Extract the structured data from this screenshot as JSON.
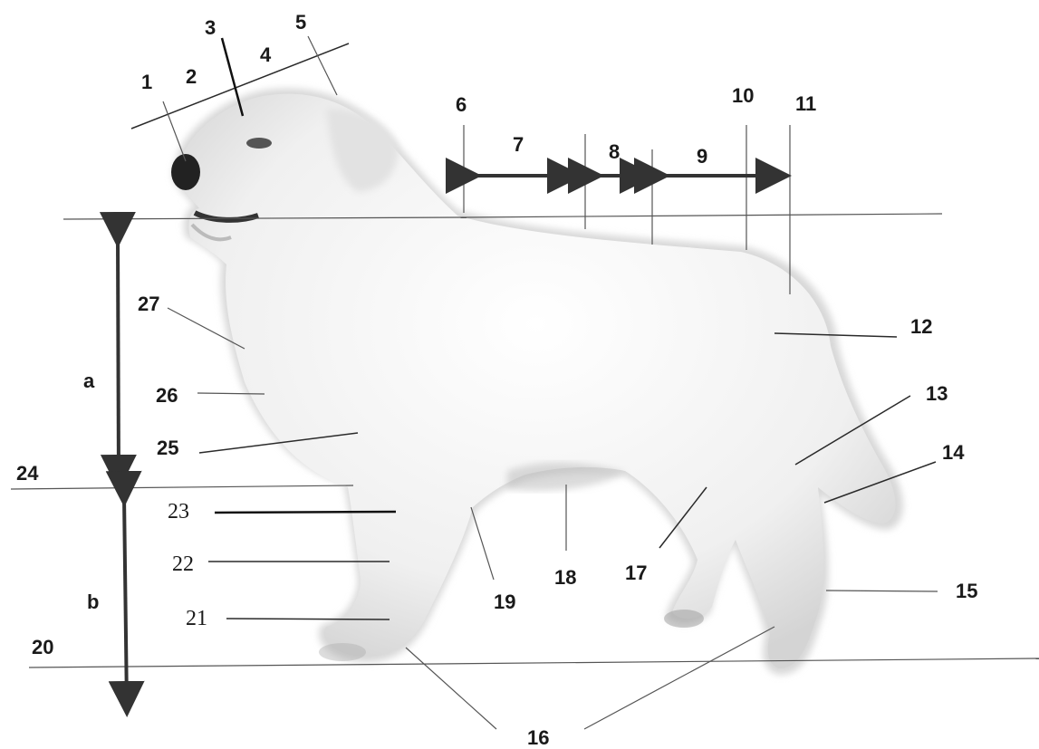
{
  "labels": {
    "n1": "1",
    "n2": "2",
    "n3": "3",
    "n4": "4",
    "n5": "5",
    "n6": "6",
    "n7": "7",
    "n8": "8",
    "n9": "9",
    "n10": "10",
    "n11": "11",
    "n12": "12",
    "n13": "13",
    "n14": "14",
    "n15": "15",
    "n16": "16",
    "n17": "17",
    "n18": "18",
    "n19": "19",
    "n20": "20",
    "n21": "21",
    "n22": "22",
    "n23": "23",
    "n24": "24",
    "n25": "25",
    "n26": "26",
    "n27": "27",
    "a": "a",
    "b": "b"
  },
  "colors": {
    "fur_light": "#f4f4f4",
    "fur_shadow": "#cfcfcf",
    "ink": "#1a1a1a"
  }
}
